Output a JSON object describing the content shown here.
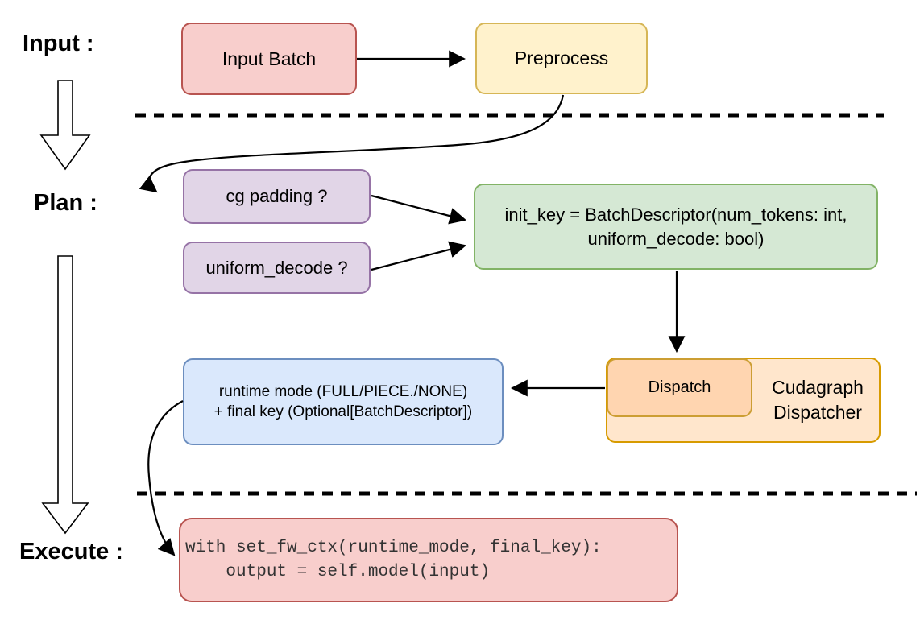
{
  "stage_labels": {
    "input": "Input :",
    "plan": "Plan :",
    "execute": "Execute :"
  },
  "nodes": {
    "input_batch": {
      "label": "Input Batch"
    },
    "preprocess": {
      "label": "Preprocess"
    },
    "cg_padding": {
      "label": "cg padding ?"
    },
    "uniform_decode": {
      "label": "uniform_decode ?"
    },
    "init_key": {
      "line1": "init_key = BatchDescriptor(num_tokens: int,",
      "line2": "uniform_decode: bool)"
    },
    "runtime_mode": {
      "line1": "runtime mode (FULL/PIECE./NONE)",
      "line2": "+ final key (Optional[BatchDescriptor])"
    },
    "dispatch": {
      "label": "Dispatch"
    },
    "cudagraph_dispatcher": {
      "line1": "Cudagraph",
      "line2": "Dispatcher"
    },
    "execute_code": {
      "line1": "with set_fw_ctx(runtime_mode, final_key):",
      "line2": "    output = self.model(input)"
    }
  },
  "colors": {
    "red_fill": "#F8CECC",
    "red_stroke": "#B85450",
    "yellow_fill": "#FFF2CC",
    "yellow_stroke": "#D6B656",
    "purple_fill": "#E1D5E7",
    "purple_stroke": "#9673A6",
    "green_fill": "#D5E8D4",
    "green_stroke": "#82B366",
    "blue_fill": "#DAE8FC",
    "blue_stroke": "#6C8EBF",
    "orange_fill": "#FFE6CC",
    "orange_stroke": "#D79B00",
    "orange_inner_fill": "#FFD5B0",
    "orange_inner_stroke": "#CC9E33",
    "arrow": "#000000",
    "code_text": "#333333",
    "label_text": "#000000"
  }
}
